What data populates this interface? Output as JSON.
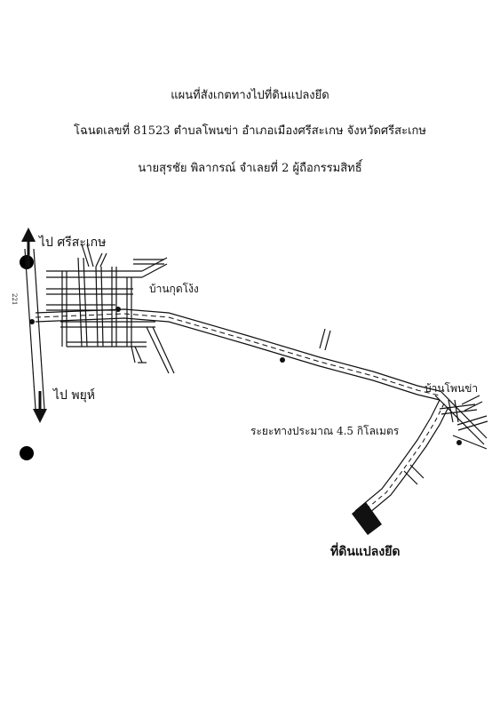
{
  "header": {
    "title": "แผนที่สังเกตทางไปที่ดินแปลงยึด",
    "deed_line": "โฉนดเลขที่ 81523 ตำบลโพนข่า อำเภอเมืองศรีสะเกษ จังหวัดศรีสะเกษ",
    "owner_line": "นายสุรชัย พิลากรณ์ จำเลยที่ 2 ผู้ถือกรรมสิทธิ์"
  },
  "map": {
    "direction_north": "ไป ศรีสะเกษ",
    "direction_south": "ไป พยุห์",
    "highway_label": "221",
    "village_kud_ngong": "บ้านกุดโง้ง",
    "village_phon_kha": "บ้านโพนข่า",
    "distance_note": "ระยะทางประมาณ 4.5 กิโลเมตร",
    "destination": "ที่ดินแปลงยึด",
    "colors": {
      "ink": "#111111",
      "paper": "#ffffff"
    }
  }
}
